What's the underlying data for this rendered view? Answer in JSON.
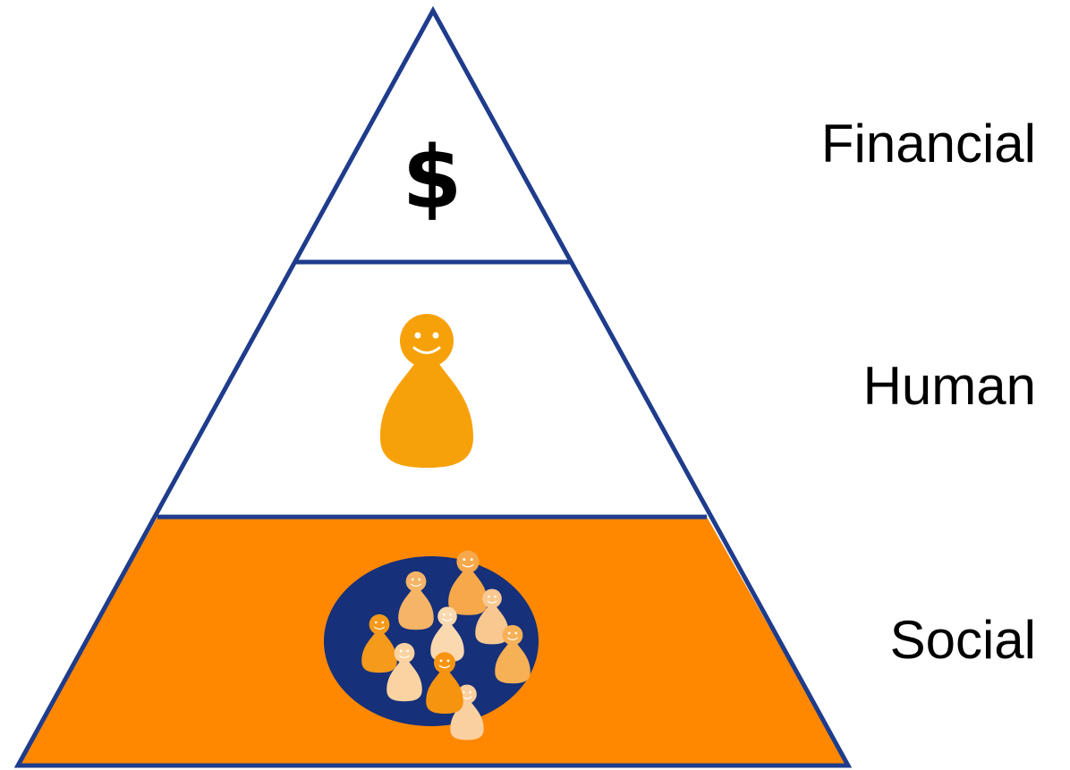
{
  "diagram": {
    "tiers": [
      {
        "label": "Financial",
        "icon": "dollar-icon",
        "symbol": "$"
      },
      {
        "label": "Human",
        "icon": "person-icon"
      },
      {
        "label": "Social",
        "icon": "group-icon"
      }
    ]
  },
  "colors": {
    "outline": "#1f3c8c",
    "social_fill": "#ff8800",
    "figure_orange": "#f7a10a",
    "crowd_circle": "#16307a"
  }
}
